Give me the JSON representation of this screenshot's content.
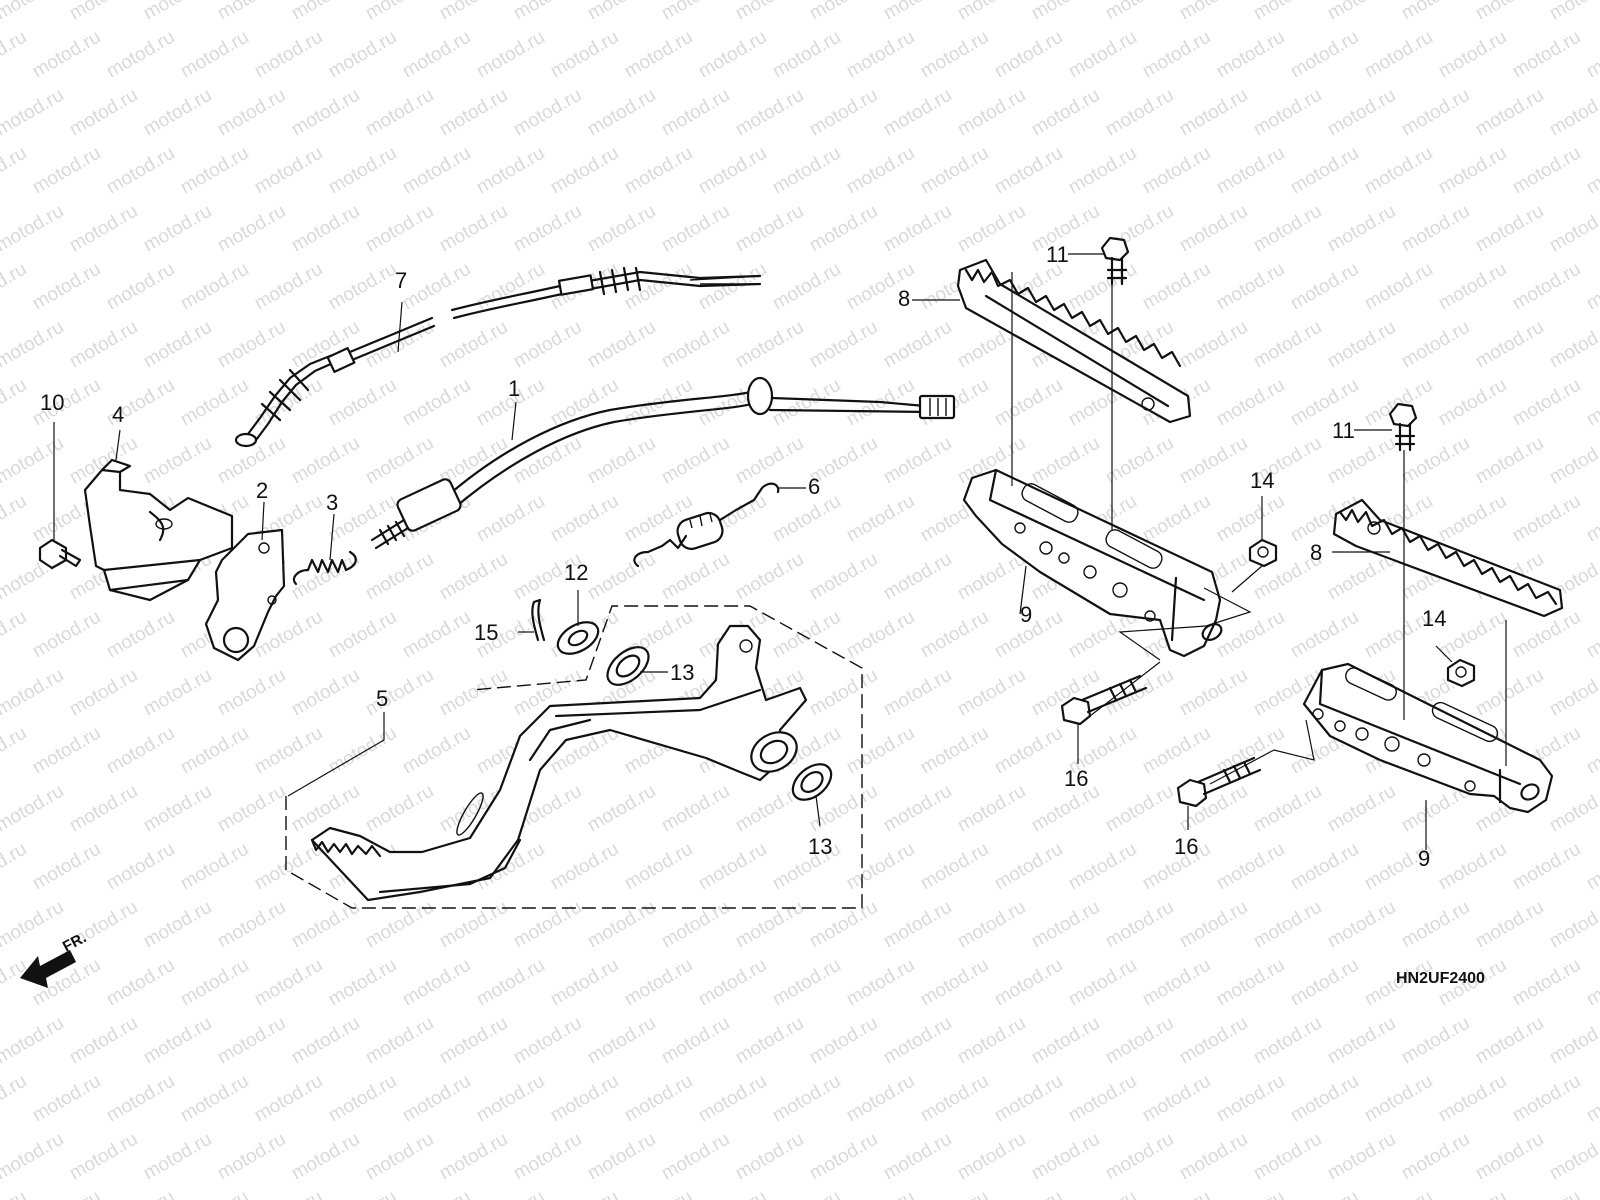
{
  "watermark": "motod.ru",
  "diagram_code": "HN2UF2400",
  "front_arrow_label": "FR.",
  "callouts": [
    "1",
    "2",
    "3",
    "4",
    "5",
    "6",
    "7",
    "8",
    "8",
    "9",
    "9",
    "10",
    "11",
    "11",
    "12",
    "13",
    "13",
    "14",
    "14",
    "15",
    "16",
    "16"
  ]
}
